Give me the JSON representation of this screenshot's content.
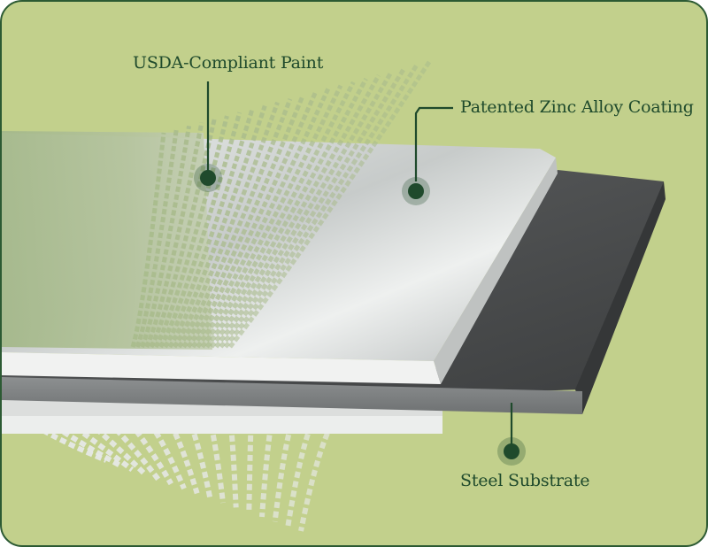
{
  "diagram": {
    "background_color": "#c2d08c",
    "border_color": "#2c5a33",
    "callout_color": "#1f4a2c",
    "callouts": [
      {
        "id": "paint",
        "label": "USDA-Compliant Paint"
      },
      {
        "id": "zinc",
        "label": "Patented Zinc Alloy Coating"
      },
      {
        "id": "steel",
        "label": "Steel Substrate"
      }
    ],
    "layers": {
      "paint": {
        "name": "USDA-Compliant Paint",
        "color": "#a9bb8c"
      },
      "zinc": {
        "name": "Patented Zinc Alloy Coating",
        "color": "#c9cbcc"
      },
      "steel": {
        "name": "Steel Substrate",
        "color": "#4a4c4d"
      }
    }
  }
}
